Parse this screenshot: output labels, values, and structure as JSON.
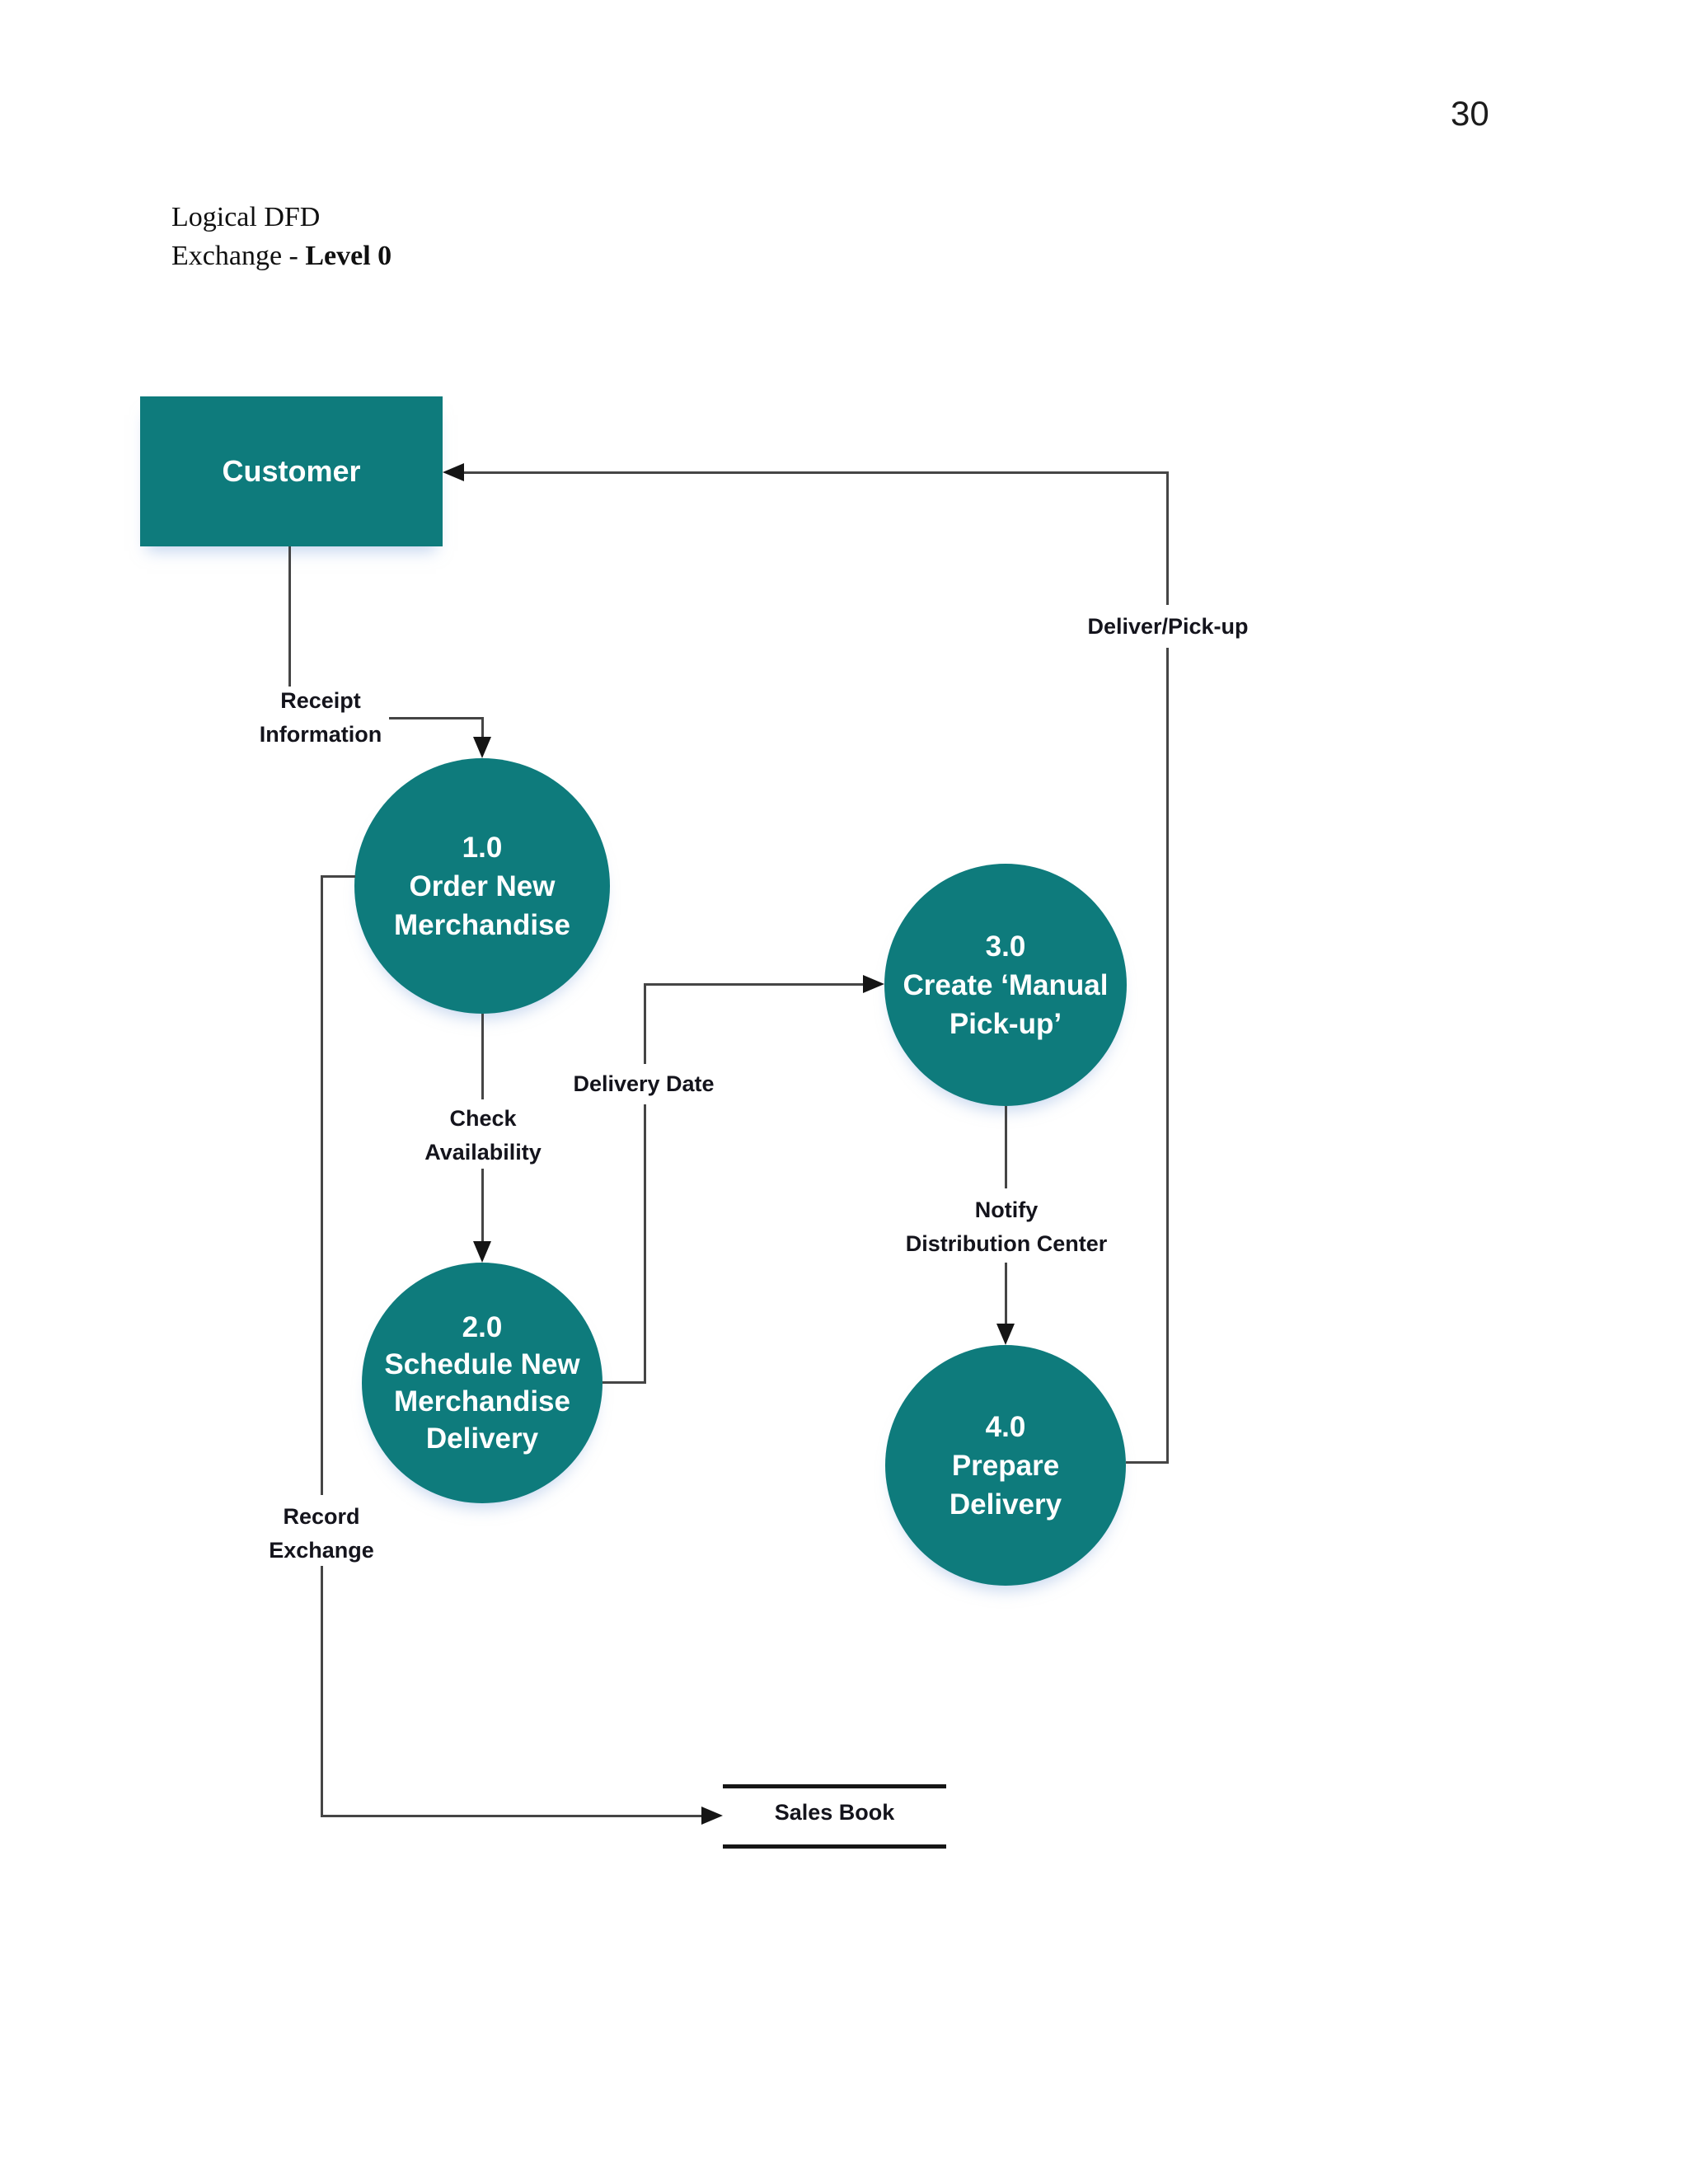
{
  "page_number": "30",
  "title": {
    "line1": "Logical DFD",
    "line2_prefix": "Exchange - ",
    "line2_emphasis": "Level 0"
  },
  "external_entities": {
    "customer": "Customer"
  },
  "data_stores": {
    "sales_book": "Sales Book"
  },
  "processes": [
    {
      "id": "1.0",
      "lines": [
        "Order New",
        "Merchandise"
      ]
    },
    {
      "id": "2.0",
      "lines": [
        "Schedule New",
        "Merchandise",
        "Delivery"
      ]
    },
    {
      "id": "3.0",
      "lines": [
        "Create ‘Manual",
        "Pick-up’"
      ]
    },
    {
      "id": "4.0",
      "lines": [
        "Prepare",
        "Delivery"
      ]
    }
  ],
  "flow_labels": {
    "receipt_information": [
      "Receipt",
      "Information"
    ],
    "check_availability": [
      "Check",
      "Availability"
    ],
    "delivery_date": [
      "Delivery Date"
    ],
    "notify_distribution_center": [
      "Notify",
      "Distribution Center"
    ],
    "record_exchange": [
      "Record",
      "Exchange"
    ],
    "deliver_pickup": [
      "Deliver/Pick-up"
    ]
  },
  "colors": {
    "process_fill": "#0E7B7C",
    "process_text": "#ffffff",
    "flow_line": "#454545",
    "arrowhead": "#151515",
    "label_text": "#14141c"
  }
}
